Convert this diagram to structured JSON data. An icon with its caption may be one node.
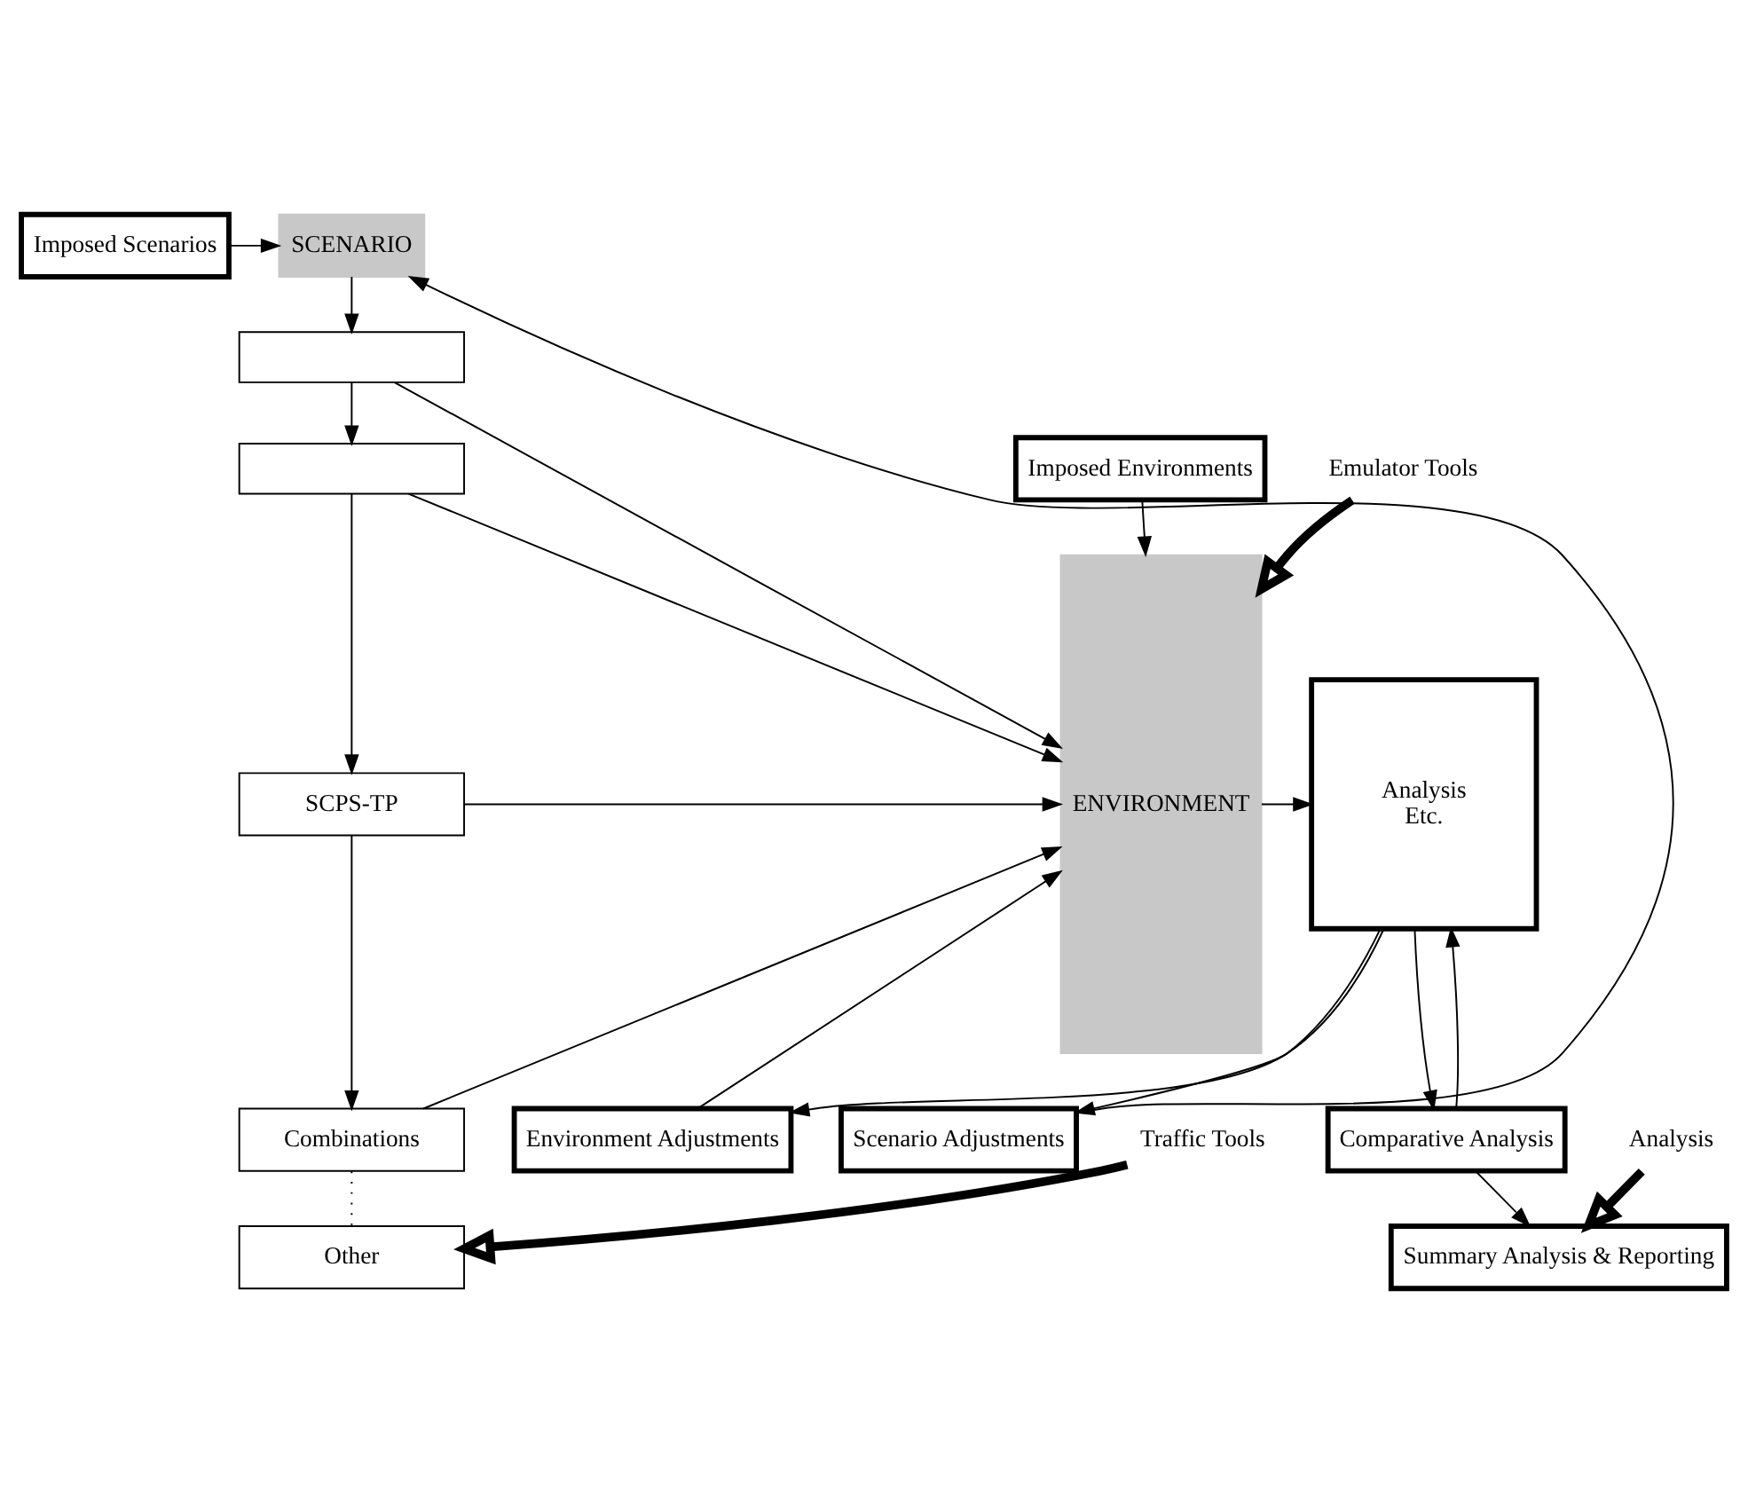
{
  "diagram": {
    "nodes": [
      {
        "text": [
          "SCENARIO"
        ]
      },
      {
        "text": [],
        "shape": "box"
      },
      {
        "text": [],
        "shape": "box"
      },
      {
        "text": [
          "SCPS-TP"
        ]
      },
      {
        "text": [
          "Combinations"
        ]
      },
      {
        "text": [
          "Other"
        ]
      },
      {
        "text": [
          "ENVIRONMENT"
        ]
      },
      {
        "text": [
          "Imposed Scenarios"
        ]
      },
      {
        "text": [
          "Imposed Environments"
        ]
      },
      {
        "text": [
          "Analysis",
          "Etc."
        ]
      },
      {
        "text": [
          "Scenario Adjustments"
        ]
      },
      {
        "text": [
          "Environment Adjustments"
        ]
      },
      {
        "text": [
          "Comparative Analysis"
        ]
      },
      {
        "text": [
          "Summary Analysis & Reporting"
        ]
      },
      {
        "text": [
          "Traffic Tools"
        ]
      },
      {
        "text": [
          "Emulator Tools"
        ]
      },
      {
        "text": [
          "Analysis"
        ]
      }
    ],
    "edges": [
      {
        "from": 7,
        "to": 0,
        "arrow": "to"
      },
      {
        "from": 0,
        "to": 1,
        "arrow": "to"
      },
      {
        "from": 1,
        "to": 2,
        "arrow": "to"
      },
      {
        "from": 2,
        "to": 3,
        "arrow": "to"
      },
      {
        "from": 3,
        "to": 4,
        "arrow": "to"
      },
      {
        "from": 4,
        "to": 5,
        "arrow": "none",
        "style": "dashed"
      },
      {
        "from": 1,
        "to": 6,
        "arrow": "to"
      },
      {
        "from": 2,
        "to": 6,
        "arrow": "to"
      },
      {
        "from": 3,
        "to": 6,
        "arrow": "to"
      },
      {
        "from": 4,
        "to": 6,
        "arrow": "to"
      },
      {
        "from": 8,
        "to": 6,
        "arrow": "to"
      },
      {
        "from": 6,
        "to": 9,
        "arrow": "to"
      },
      {
        "from": 9,
        "to": 10,
        "arrow": "to"
      },
      {
        "from": 9,
        "to": 11,
        "arrow": "to"
      },
      {
        "from": 10,
        "to": 0,
        "arrow": "to"
      },
      {
        "from": 11,
        "to": 6,
        "arrow": "to"
      },
      {
        "from": 12,
        "to": 9,
        "arrow": "to"
      },
      {
        "from": 9,
        "to": 12,
        "arrow": "to"
      },
      {
        "from": 12,
        "to": 13,
        "arrow": "to"
      },
      {
        "from": 14,
        "to": 5,
        "arrow": "to",
        "style": "thick"
      },
      {
        "from": 15,
        "to": 6,
        "arrow": "to",
        "style": "thick"
      },
      {
        "from": 16,
        "to": 13,
        "arrow": "to",
        "style": "thick"
      }
    ]
  }
}
